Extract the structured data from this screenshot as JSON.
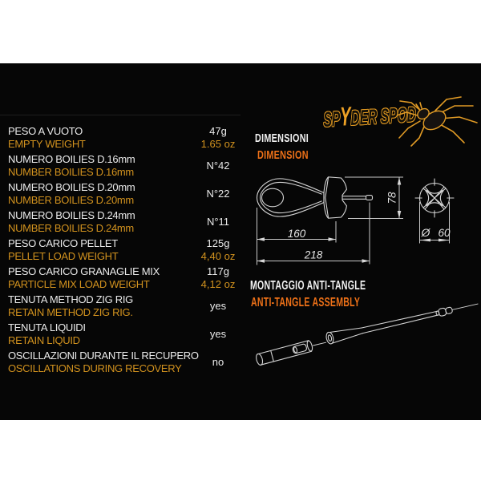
{
  "colors": {
    "panel_background": "#060606",
    "page_background": "#ffffff",
    "accent_orange": "#ee7118",
    "gold_orange": "#d2921e",
    "logo_orange": "#eda125",
    "text_white": "#ebebeb",
    "drawing_line": "#d4d4d4"
  },
  "brand": {
    "name_pre": "SP",
    "name_accent": "Y",
    "name_post": "DER SPOD"
  },
  "spec_table": {
    "rows": [
      {
        "label_it": "PESO A VUOTO",
        "label_en": "EMPTY WEIGHT",
        "value_metric": "47g",
        "value_imperial": "1.65 oz"
      },
      {
        "label_it": "NUMERO BOILIES D.16mm",
        "label_en": "NUMBER BOILIES  D.16mm",
        "value": "N°42"
      },
      {
        "label_it": "NUMERO BOILIES  D.20mm",
        "label_en": "NUMBER BOILIES D.20mm",
        "value": "N°22"
      },
      {
        "label_it": "NUMERO BOILIES D.24mm",
        "label_en": "NUMBER BOILIES  D.24mm",
        "value": "N°11"
      },
      {
        "label_it": "PESO CARICO PELLET",
        "label_en": "PELLET LOAD WEIGHT",
        "value_metric": "125g",
        "value_imperial": "4,40 oz"
      },
      {
        "label_it": "PESO CARICO GRANAGLIE MIX",
        "label_en": "PARTICLE MIX LOAD WEIGHT",
        "value_metric": "117g",
        "value_imperial": "4,12 oz"
      },
      {
        "label_it": "TENUTA METHOD ZIG RIG",
        "label_en": "RETAIN METHOD ZIG RIG.",
        "value": "yes"
      },
      {
        "label_it": "TENUTA LIQUIDI",
        "label_en": "RETAIN LIQUID",
        "value": "yes"
      },
      {
        "label_it": "OSCILLAZIONI DURANTE IL RECUPERO",
        "label_en": "OSCILLATIONS DURING RECOVERY",
        "value": "no"
      }
    ]
  },
  "dimensions": {
    "title_it": "DIMENSIONI",
    "title_en": "DIMENSION",
    "length_front": "160",
    "length_total": "218",
    "height_fins": "78",
    "diameter_prefix": "Ø",
    "diameter_value": "60"
  },
  "assembly": {
    "title_it": "MONTAGGIO ANTI-TANGLE",
    "title_en": "ANTI-TANGLE ASSEMBLY"
  }
}
